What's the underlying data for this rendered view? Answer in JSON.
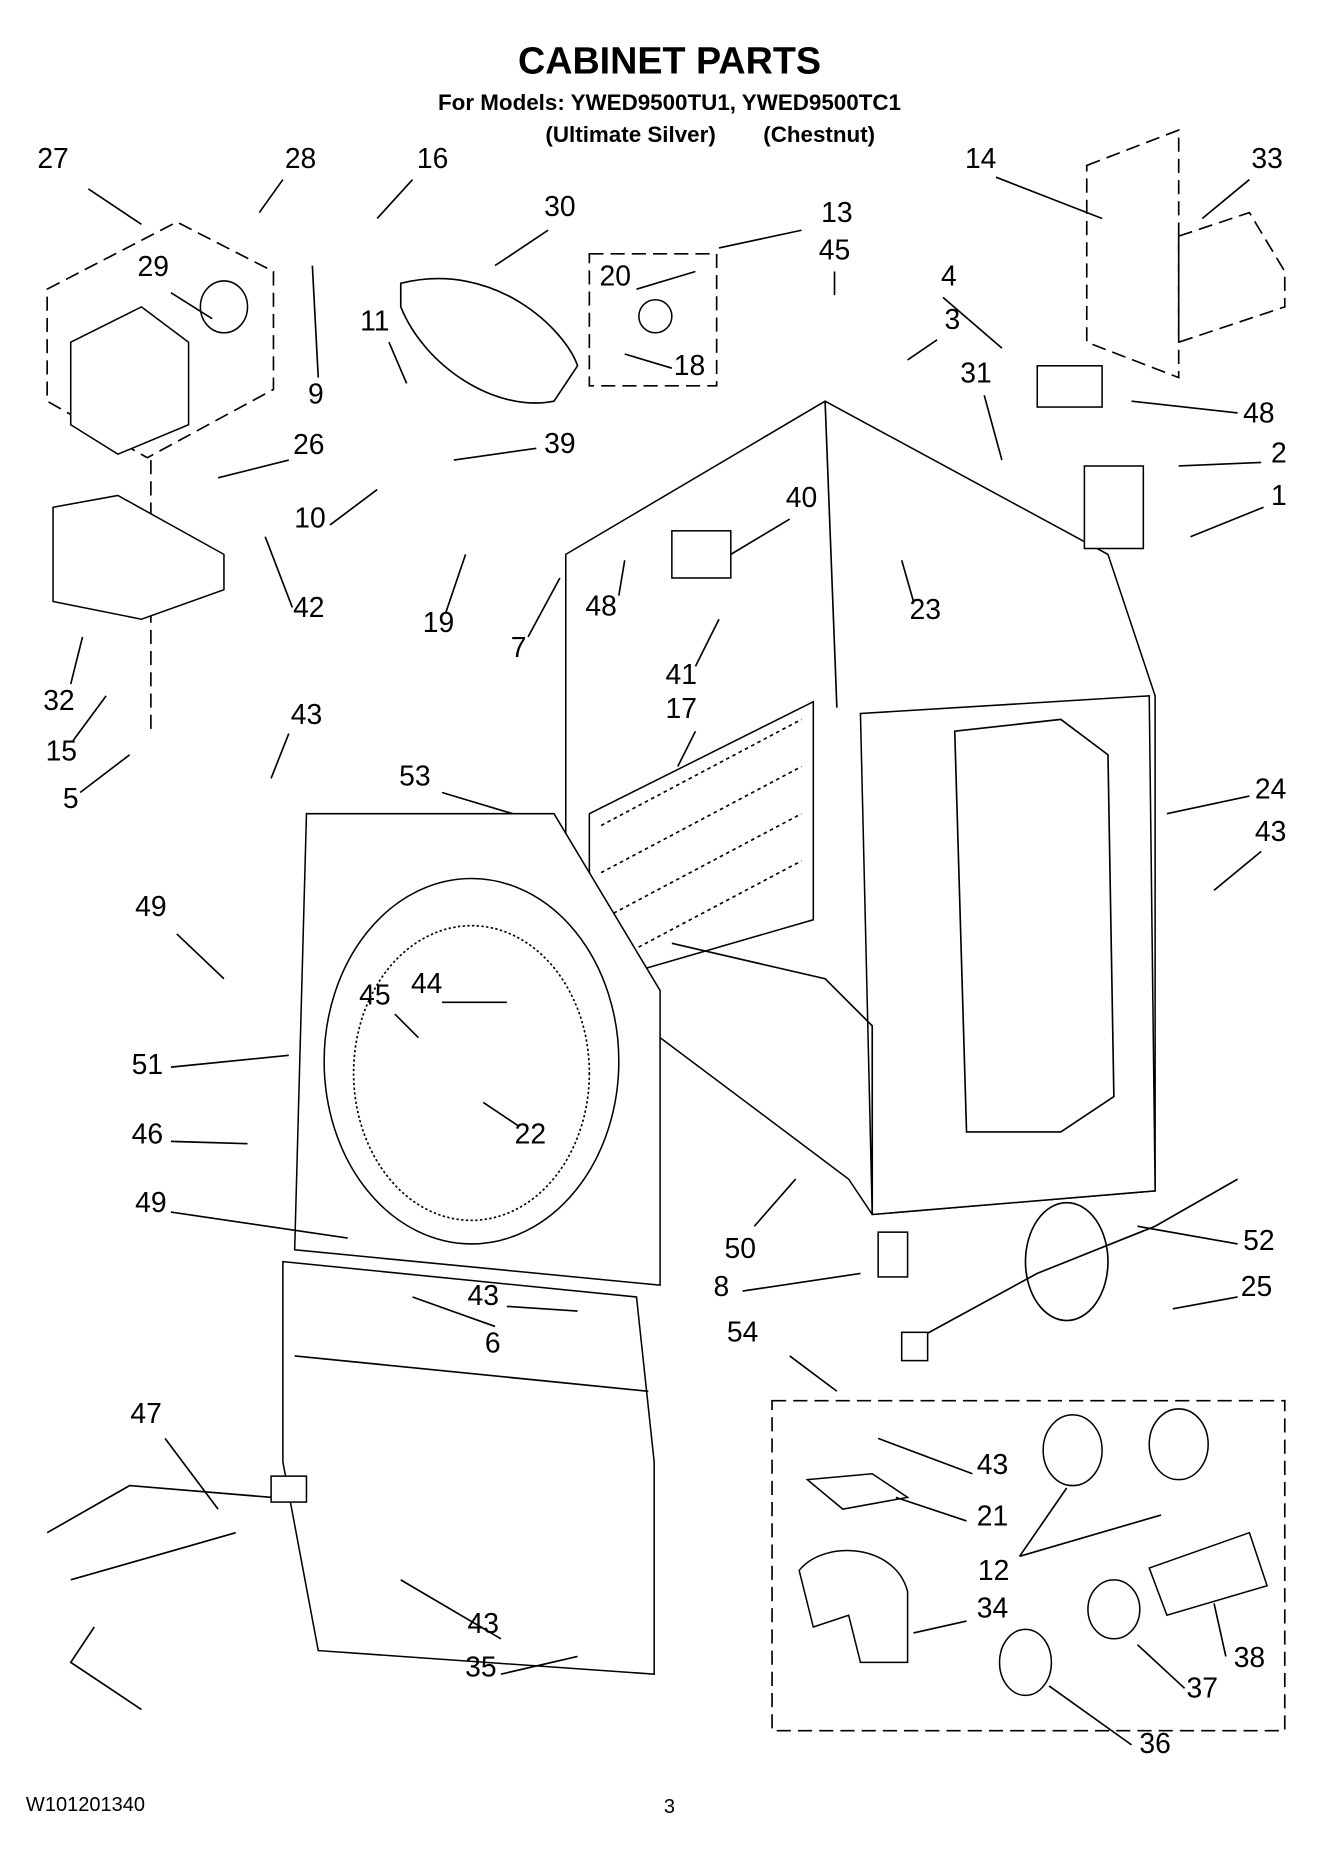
{
  "title": "CABINET PARTS",
  "models_line": "For Models: YWED9500TU1, YWED9500TC1",
  "colors_line_1": "(Ultimate Silver)",
  "colors_line_2": "(Chestnut)",
  "footer": {
    "doc_number": "W101201340",
    "page": "3"
  },
  "callouts": [
    "27",
    "28",
    "16",
    "30",
    "13",
    "14",
    "33",
    "45",
    "20",
    "4",
    "29",
    "3",
    "18",
    "31",
    "11",
    "9",
    "48",
    "39",
    "26",
    "2",
    "40",
    "1",
    "10",
    "19",
    "48",
    "23",
    "42",
    "7",
    "41",
    "32",
    "17",
    "15",
    "43",
    "5",
    "53",
    "24",
    "43",
    "49",
    "44",
    "45",
    "51",
    "22",
    "46",
    "49",
    "50",
    "52",
    "8",
    "25",
    "43",
    "6",
    "54",
    "47",
    "43",
    "21",
    "12",
    "34",
    "43",
    "38",
    "35",
    "37",
    "36"
  ]
}
